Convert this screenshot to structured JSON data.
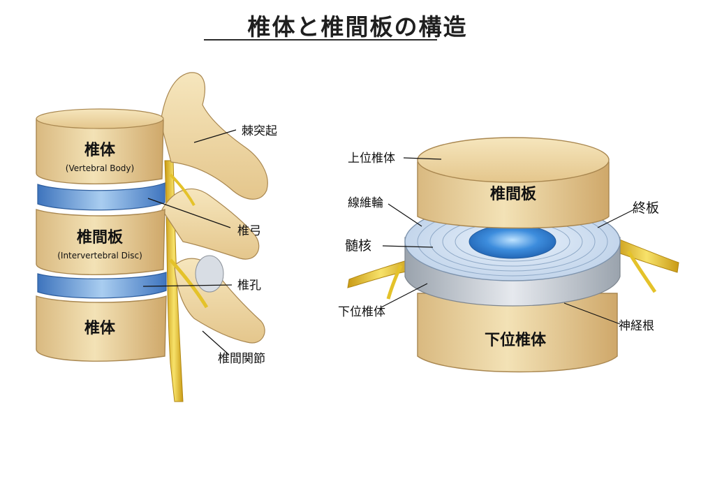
{
  "title": "椎体と椎間板の構造",
  "left_figure": {
    "body_top": "椎体",
    "body_top_en": "(Vertebral Body)",
    "disc": "椎間板",
    "disc_en": "(Intervertebral Disc)",
    "body_bottom": "椎体",
    "callouts": [
      "棘突起",
      "椎弓",
      "椎孔",
      "椎間関節"
    ]
  },
  "right_figure": {
    "upper": "上位椎体",
    "center": "椎間板",
    "annulus": "線維輪",
    "nucleus": "髄核",
    "lower_left": "下位椎体",
    "lower_center": "下位椎体",
    "endplate": "終板",
    "nerve_root": "神経根"
  },
  "colors": {
    "bone": "#efd9a8",
    "bone_dark": "#c9a56a",
    "disc_blue": "#5d95d6",
    "nerve": "#e4c22a"
  }
}
